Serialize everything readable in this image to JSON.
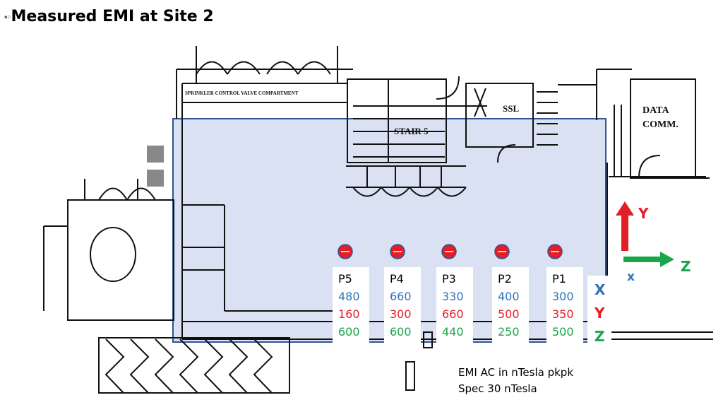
{
  "title": "Measured EMI at Site 2",
  "title_glyph": "▪▫",
  "floorplan": {
    "room_labels": [
      "SSL",
      "STAIR 5",
      "DATA",
      "COMM.",
      "SPRINKLER CONTROL VALVE COMPARTMENT"
    ]
  },
  "points": [
    {
      "name": "P5",
      "x": "480",
      "y": "160",
      "z": "600"
    },
    {
      "name": "P4",
      "x": "660",
      "y": "300",
      "z": "600"
    },
    {
      "name": "P3",
      "x": "330",
      "y": "660",
      "z": "440"
    },
    {
      "name": "P2",
      "x": "400",
      "y": "500",
      "z": "250"
    },
    {
      "name": "P1",
      "x": "300",
      "y": "350",
      "z": "500"
    }
  ],
  "row_legend": {
    "x": "X",
    "y": "Y",
    "z": "Z"
  },
  "axes": {
    "y_label": "Y",
    "z_label": "Z",
    "x_label": "x"
  },
  "colors": {
    "x": "#2e75b6",
    "y": "#e41e26",
    "z": "#19a64c",
    "highlight": "#d9e1f2",
    "highlight_border": "#2f5597"
  },
  "notes": {
    "units": "EMI AC in nTesla pkpk",
    "spec": "Spec 30 nTesla"
  }
}
